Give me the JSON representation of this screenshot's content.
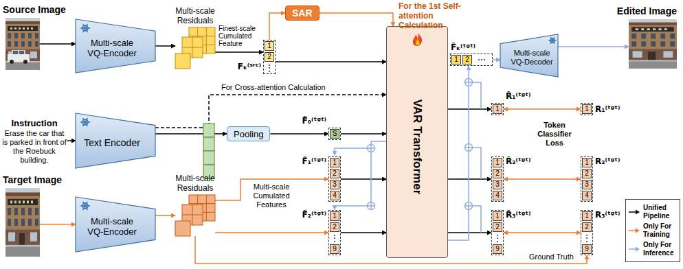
{
  "diagram": {
    "nodes": [
      {
        "text": [
          "Source Image"
        ]
      },
      {
        "text": [
          "Multi-scale VQ-Encoder"
        ]
      },
      {
        "text": [
          "Multi-scale Residuals"
        ]
      },
      {
        "text": [
          "Fₖ⁽ˢʳᶜ⁾"
        ]
      },
      {
        "text": [
          "1"
        ],
        "in": 3
      },
      {
        "text": [
          "2"
        ],
        "in": 3
      },
      {
        "text": [
          "SAR"
        ]
      },
      {
        "text": [
          "VAR Transformer"
        ]
      },
      {
        "text": [
          "Instruction",
          "Erase the car that is parked in front of the Roebuck building."
        ]
      },
      {
        "text": [
          "Text Encoder"
        ]
      },
      {
        "text": [
          "Pooling"
        ]
      },
      {
        "text": [
          "F̃₀⁽ᵗᵍᵗ⁾"
        ]
      },
      {
        "text": [
          "S"
        ],
        "in": 11
      },
      {
        "text": [
          "Target Image"
        ]
      },
      {
        "text": [
          "Multi-scale VQ-Encoder"
        ]
      },
      {
        "text": [
          "Multi-scale Residuals"
        ]
      },
      {
        "text": [
          "F̃₁⁽ᵗᵍᵗ⁾"
        ]
      },
      {
        "text": [
          "1"
        ],
        "in": 16
      },
      {
        "text": [
          "2"
        ],
        "in": 16
      },
      {
        "text": [
          "3"
        ],
        "in": 16
      },
      {
        "text": [
          "4"
        ],
        "in": 16
      },
      {
        "text": [
          "F̃₂⁽ᵗᵍᵗ⁾"
        ]
      },
      {
        "text": [
          "1"
        ],
        "in": 21
      },
      {
        "text": [
          "2"
        ],
        "in": 21
      },
      {
        "text": [
          "9"
        ],
        "in": 21
      },
      {
        "text": [
          "F̂ₖ⁽ᵗᵍᵗ⁾"
        ]
      },
      {
        "text": [
          "1"
        ],
        "in": 25
      },
      {
        "text": [
          "2"
        ],
        "in": 25
      },
      {
        "text": [
          "Multi-scale VQ-Decoder"
        ]
      },
      {
        "text": [
          "Edited Image"
        ]
      },
      {
        "text": [
          "R̂₁⁽ᵗᵍᵗ⁾"
        ]
      },
      {
        "text": [
          "1"
        ],
        "in": 30
      },
      {
        "text": [
          "R̂₂⁽ᵗᵍᵗ⁾"
        ]
      },
      {
        "text": [
          "1"
        ],
        "in": 32
      },
      {
        "text": [
          "2"
        ],
        "in": 32
      },
      {
        "text": [
          "3"
        ],
        "in": 32
      },
      {
        "text": [
          "4"
        ],
        "in": 32
      },
      {
        "text": [
          "R̂₃⁽ᵗᵍᵗ⁾"
        ]
      },
      {
        "text": [
          "1"
        ],
        "in": 37
      },
      {
        "text": [
          "2"
        ],
        "in": 37
      },
      {
        "text": [
          "9"
        ],
        "in": 37
      },
      {
        "text": [
          "R₁⁽ᵗᵍᵗ⁾"
        ]
      },
      {
        "text": [
          "1"
        ],
        "in": 41
      },
      {
        "text": [
          "R₂⁽ᵗᵍᵗ⁾"
        ]
      },
      {
        "text": [
          "1"
        ],
        "in": 43
      },
      {
        "text": [
          "2"
        ],
        "in": 43
      },
      {
        "text": [
          "3"
        ],
        "in": 43
      },
      {
        "text": [
          "4"
        ],
        "in": 43
      },
      {
        "text": [
          "R₃⁽ᵗᵍᵗ⁾"
        ]
      },
      {
        "text": [
          "1"
        ],
        "in": 48
      },
      {
        "text": [
          "2"
        ],
        "in": 48
      },
      {
        "text": [
          "9"
        ],
        "in": 48
      }
    ],
    "edges": [
      {
        "from": 0,
        "to": 1,
        "arrow": "to"
      },
      {
        "from": 1,
        "to": 2,
        "arrow": "to"
      },
      {
        "from": 2,
        "to": 3,
        "arrow": "to",
        "label": "Finest-scale Cumulated Feature"
      },
      {
        "from": 3,
        "to": 7,
        "arrow": "to"
      },
      {
        "from": 3,
        "to": 6,
        "arrow": "to"
      },
      {
        "from": 6,
        "to": 7,
        "arrow": "to"
      },
      {
        "from": 8,
        "to": 9,
        "arrow": "to"
      },
      {
        "from": 9,
        "to": 10,
        "arrow": "to"
      },
      {
        "from": 10,
        "to": 11,
        "arrow": "to"
      },
      {
        "from": 11,
        "to": 7,
        "arrow": "to"
      },
      {
        "from": 9,
        "to": 7,
        "arrow": "to",
        "label": "For Cross-attention Calculation"
      },
      {
        "from": 13,
        "to": 14,
        "arrow": "to"
      },
      {
        "from": 14,
        "to": 15,
        "arrow": "to"
      },
      {
        "from": 15,
        "to": 16,
        "arrow": "to"
      },
      {
        "from": 15,
        "to": 21,
        "arrow": "to"
      },
      {
        "from": 16,
        "to": 7,
        "arrow": "to"
      },
      {
        "from": 21,
        "to": 7,
        "arrow": "to"
      },
      {
        "from": 7,
        "to": 30,
        "arrow": "to"
      },
      {
        "from": 7,
        "to": 32,
        "arrow": "to"
      },
      {
        "from": 7,
        "to": 37,
        "arrow": "to"
      },
      {
        "from": 30,
        "to": 41,
        "arrow": "both"
      },
      {
        "from": 32,
        "to": 43,
        "arrow": "both"
      },
      {
        "from": 37,
        "to": 48,
        "arrow": "both"
      },
      {
        "from": 15,
        "to": 48,
        "arrow": "to",
        "label": "Ground Truth"
      },
      {
        "from": 7,
        "to": 25,
        "arrow": "to"
      },
      {
        "from": 25,
        "to": 28,
        "arrow": "to"
      },
      {
        "from": 28,
        "to": 29,
        "arrow": "to"
      }
    ],
    "labels": [
      "For the 1st Self-attention Calculation",
      "Multi-scale Cumulated Features",
      "Token Classifier Loss",
      "⋮",
      "⋮",
      "⋯",
      "⋮",
      "⋮"
    ],
    "legend": [
      {
        "text": "Unified Pipeline"
      },
      {
        "text": "Only For Training"
      },
      {
        "text": "Only For Inference"
      }
    ]
  }
}
